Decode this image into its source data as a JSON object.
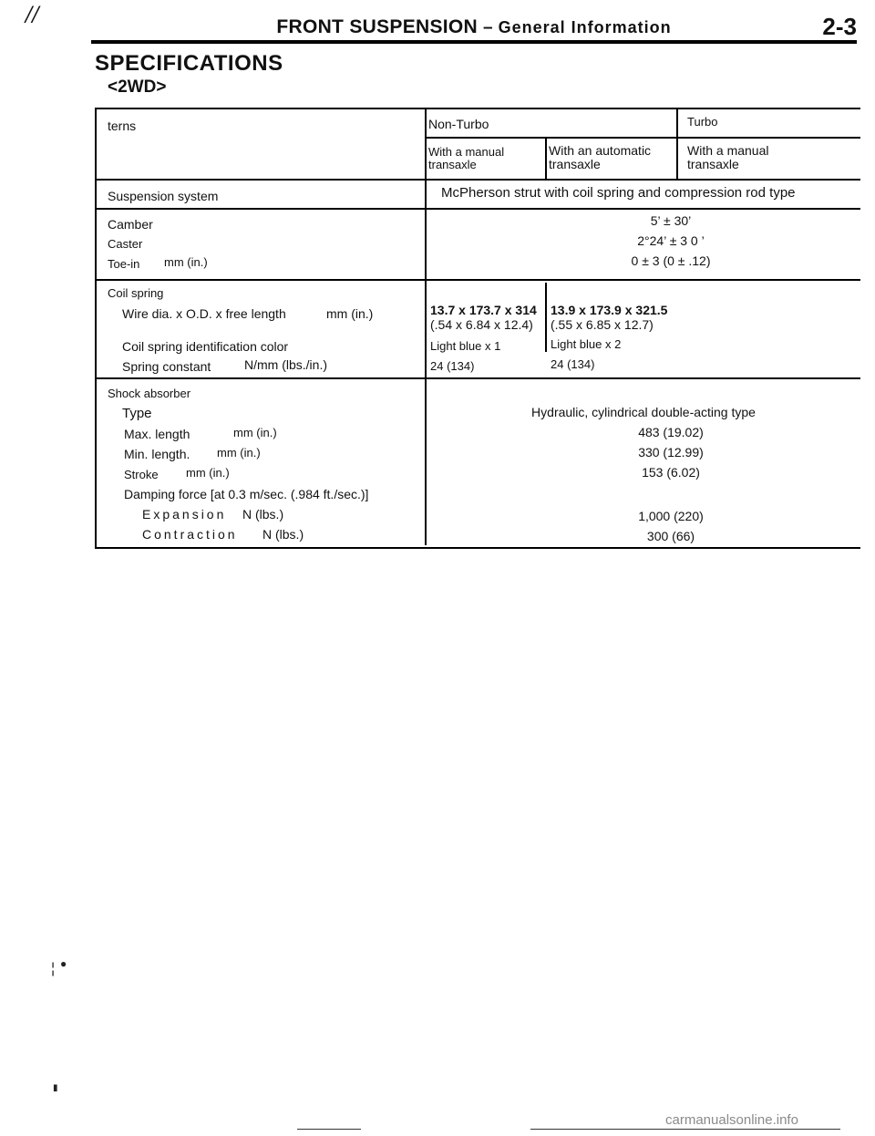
{
  "corner_mark": "//",
  "header": {
    "title_main": "FRONT SUSPENSION",
    "title_dash": "–",
    "title_sub": "General Information",
    "page_number": "2-3"
  },
  "section": {
    "title": "SPECIFICATIONS",
    "subtitle": "<2WD>"
  },
  "table": {
    "col_items": "terns",
    "col_non_turbo": "Non-Turbo",
    "col_turbo": "Turbo",
    "sub_manual": "With a manual\ntransaxle",
    "sub_automatic": "With an automatic\ntransaxle",
    "sub_turbo_manual": "With a manual\ntransaxle",
    "suspension": {
      "label": "Suspension system",
      "value": "McPherson strut with coil spring and compression rod type"
    },
    "alignment": {
      "camber_label": "Camber",
      "camber_value": "5’ ± 30’",
      "caster_label": "Caster",
      "caster_value": "2°24’ ± 3 0 ’",
      "toe_label": "Toe-in",
      "toe_unit": "mm (in.)",
      "toe_value": "0 ± 3 (0 ± .12)"
    },
    "coil_spring": {
      "heading": "Coil spring",
      "wire_label": "Wire dia. x O.D. x free length",
      "wire_unit": "mm (in.)",
      "wire_manual_1": "13.7 x 173.7 x 314",
      "wire_manual_2": "(.54 x 6.84 x 12.4)",
      "wire_auto_1": "13.9 x 173.9 x 321.5",
      "wire_auto_2": "(.55 x 6.85 x 12.7)",
      "color_label": "Coil spring identification color",
      "color_manual": "Light blue x 1",
      "color_auto": "Light blue x 2",
      "constant_label": "Spring constant",
      "constant_unit": "N/mm (lbs./in.)",
      "constant_manual": "24 (134)",
      "constant_auto": "24 (134)"
    },
    "shock": {
      "heading": "Shock absorber",
      "type_label": "Type",
      "type_value": "Hydraulic, cylindrical double-acting type",
      "max_label": "Max. length",
      "max_unit": "mm (in.)",
      "max_value": "483 (19.02)",
      "min_label": "Min. length.",
      "min_unit": "mm (in.)",
      "min_value": "330 (12.99)",
      "stroke_label": "Stroke",
      "stroke_unit": "mm (in.)",
      "stroke_value": "153 (6.02)",
      "damping_label": "Damping force [at 0.3 m/sec. (.984 ft./sec.)]",
      "expansion_label": "Expansion",
      "expansion_unit": "N (lbs.)",
      "expansion_value": "1,000 (220)",
      "contraction_label": "Contraction",
      "contraction_unit": "N (lbs.)",
      "contraction_value": "300 (66)"
    }
  },
  "footer": {
    "watermark": "carmanualsonline.info"
  }
}
